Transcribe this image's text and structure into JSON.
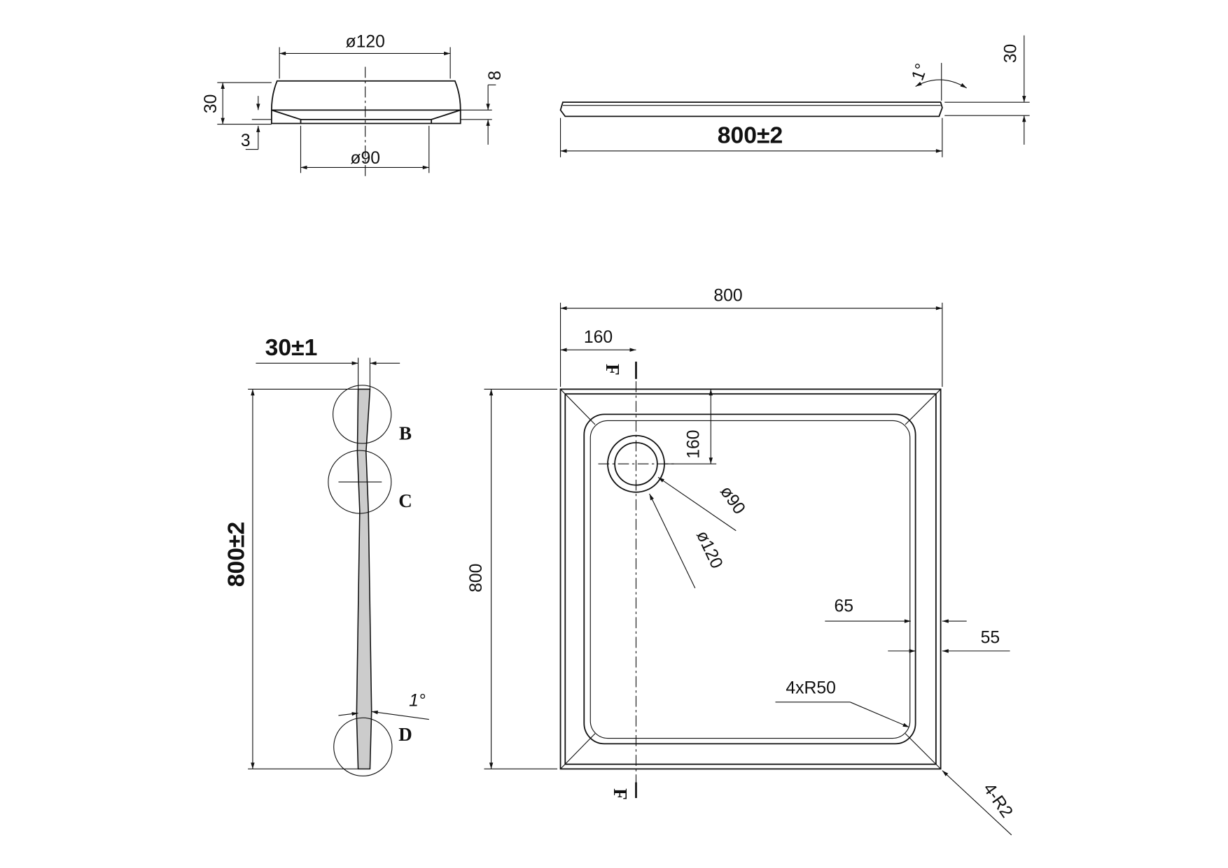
{
  "drain_section": {
    "dia_top": "ø120",
    "dia_bottom": "ø90",
    "height": "30",
    "step": "3",
    "lip": "8"
  },
  "side_view": {
    "length": "800±2",
    "height": "30",
    "angle": "1°"
  },
  "section_view": {
    "thickness": "30±1",
    "length": "800±2",
    "angle": "1°",
    "detail_b": "B",
    "detail_c": "C",
    "detail_d": "D"
  },
  "plan_view": {
    "width": "800",
    "height": "800",
    "drain_x": "160",
    "drain_y": "160",
    "drain_inner": "ø90",
    "drain_outer": "ø120",
    "rim_inner": "65",
    "rim_outer": "55",
    "inner_radius": "4xR50",
    "outer_radius": "4-R2",
    "section_mark_top": "F",
    "section_mark_bottom": "F"
  }
}
